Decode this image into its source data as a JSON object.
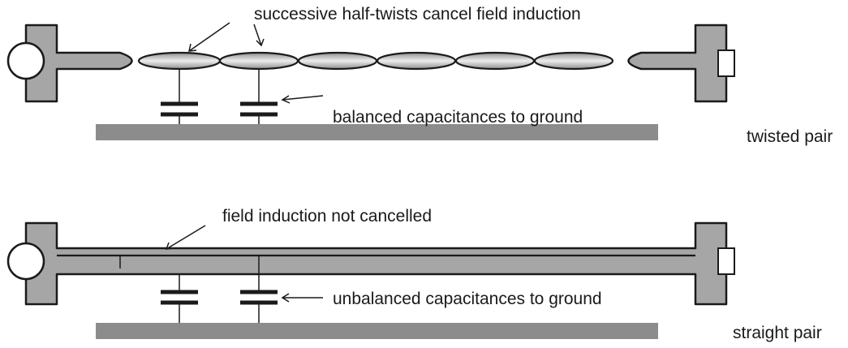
{
  "twisted": {
    "label": "twisted pair",
    "annotation_twists": "successive half-twists cancel field induction",
    "annotation_capacitance": "balanced capacitances to ground"
  },
  "straight": {
    "label": "straight pair",
    "annotation_field": "field induction not cancelled",
    "annotation_capacitance": "unbalanced capacitances to ground"
  }
}
